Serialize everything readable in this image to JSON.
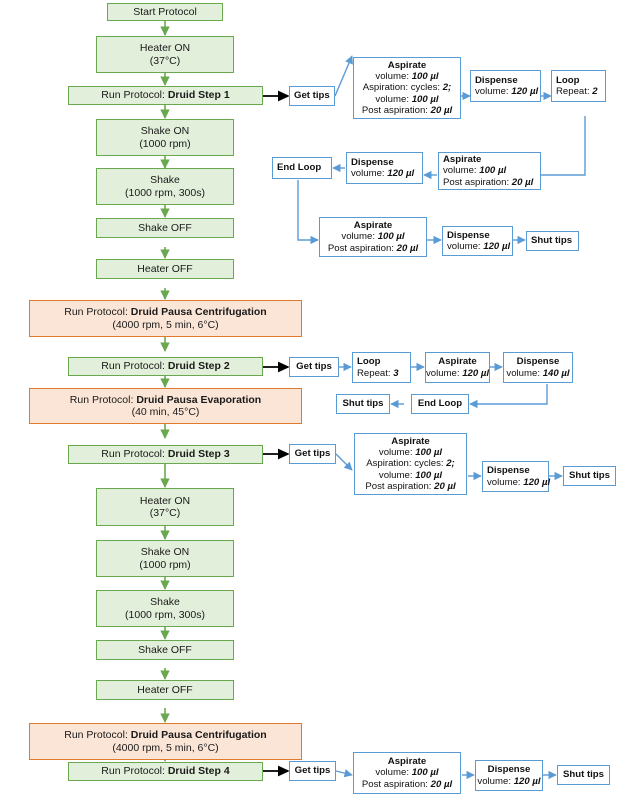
{
  "diagram": {
    "title": "Druid Protocol Flowchart",
    "colors": {
      "green_fill": "#e2efda",
      "green_border": "#6aa84f",
      "orange_fill": "#fbe5d6",
      "orange_border": "#e1792b",
      "blue_border": "#5b9bd5",
      "blue_fill": "#ffffff",
      "green_arrow": "#6aa84f",
      "blue_arrow": "#5b9bd5",
      "black_arrow": "#000000"
    }
  },
  "main_column": {
    "start": "Start Protocol",
    "heater_on_1_l1": "Heater ON",
    "heater_on_1_l2": "(37°C)",
    "step1_pre": "Run Protocol: ",
    "step1_name": "Druid Step 1",
    "shake_on_1_l1": "Shake ON",
    "shake_on_1_l2": "(1000 rpm)",
    "shake_1_l1": "Shake",
    "shake_1_l2": "(1000 rpm, 300s)",
    "shake_off_1": "Shake OFF",
    "heater_off_1": "Heater OFF",
    "centrifugation_1_pre": "Run Protocol: ",
    "centrifugation_1_name": "Druid Pausa Centrifugation",
    "centrifugation_1_params": "(4000 rpm, 5 min, 6°C)",
    "step2_pre": "Run Protocol: ",
    "step2_name": "Druid Step 2",
    "evaporation_pre": "Run Protocol: ",
    "evaporation_name": "Druid Pausa Evaporation",
    "evaporation_params": "(40 min, 45°C)",
    "step3_pre": "Run Protocol: ",
    "step3_name": "Druid Step 3",
    "heater_on_2_l1": "Heater ON",
    "heater_on_2_l2": "(37°C)",
    "shake_on_2_l1": "Shake ON",
    "shake_on_2_l2": "(1000 rpm)",
    "shake_2_l1": "Shake",
    "shake_2_l2": "(1000 rpm, 300s)",
    "shake_off_2": "Shake OFF",
    "heater_off_2": "Heater OFF",
    "centrifugation_2_pre": "Run Protocol: ",
    "centrifugation_2_name": "Druid Pausa Centrifugation",
    "centrifugation_2_params": "(4000 rpm, 5 min, 6°C)",
    "step4_pre": "Run Protocol: ",
    "step4_name": "Druid Step 4"
  },
  "branch_step1": {
    "get_tips": "Get tips",
    "aspirate_a_title": "Aspirate",
    "aspirate_a_l1_label": "volume: ",
    "aspirate_a_l1_value": "100 µl",
    "aspirate_a_l2_label": "Aspiration: cycles: ",
    "aspirate_a_l2_value": "2;",
    "aspirate_a_l3_label": "volume: ",
    "aspirate_a_l3_value": "100 µl",
    "aspirate_a_l4_label": "Post aspiration: ",
    "aspirate_a_l4_value": "20 µl",
    "dispense_a_title": "Dispense",
    "dispense_a_label": "volume: ",
    "dispense_a_value": "120 µl",
    "loop_title": "Loop",
    "loop_label": "Repeat: ",
    "loop_value": "2",
    "aspirate_b_title": "Aspirate",
    "aspirate_b_l1_label": "volume: ",
    "aspirate_b_l1_value": "100 µl",
    "aspirate_b_l2_label": "Post aspiration: ",
    "aspirate_b_l2_value": "20 µl",
    "dispense_b_title": "Dispense",
    "dispense_b_label": "volume: ",
    "dispense_b_value": "120 µl",
    "end_loop": "End Loop",
    "aspirate_c_title": "Aspirate",
    "aspirate_c_l1_label": "volume: ",
    "aspirate_c_l1_value": "100 µl",
    "aspirate_c_l2_label": "Post aspiration: ",
    "aspirate_c_l2_value": "20 µl",
    "dispense_c_title": "Dispense",
    "dispense_c_label": "volume: ",
    "dispense_c_value": "120 µl",
    "shut_tips": "Shut tips"
  },
  "branch_step2": {
    "get_tips": "Get tips",
    "loop_title": "Loop",
    "loop_label": "Repeat: ",
    "loop_value": "3",
    "aspirate_title": "Aspirate",
    "aspirate_label": "volume: ",
    "aspirate_value": "120 µl",
    "dispense_title": "Dispense",
    "dispense_label": "volume: ",
    "dispense_value": "140 µl",
    "end_loop": "End Loop",
    "shut_tips": "Shut tips"
  },
  "branch_step3": {
    "get_tips": "Get tips",
    "aspirate_title": "Aspirate",
    "aspirate_l1_label": "volume: ",
    "aspirate_l1_value": "100 µl",
    "aspirate_l2_label": "Aspiration: cycles: ",
    "aspirate_l2_value": "2;",
    "aspirate_l3_label": "volume: ",
    "aspirate_l3_value": "100 µl",
    "aspirate_l4_label": "Post aspiration: ",
    "aspirate_l4_value": "20 µl",
    "dispense_title": "Dispense",
    "dispense_label": "volume: ",
    "dispense_value": "120 µl",
    "shut_tips": "Shut tips"
  },
  "branch_step4": {
    "get_tips": "Get tips",
    "aspirate_title": "Aspirate",
    "aspirate_l1_label": "volume: ",
    "aspirate_l1_value": "100 µl",
    "aspirate_l2_label": "Post aspiration: ",
    "aspirate_l2_value": "20 µl",
    "dispense_title": "Dispense",
    "dispense_label": "volume: ",
    "dispense_value": "120 µl",
    "shut_tips": "Shut tips"
  }
}
